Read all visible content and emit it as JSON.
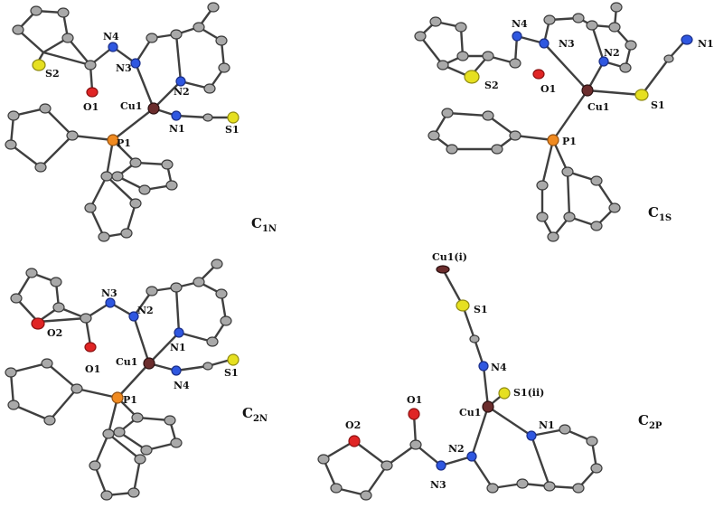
{
  "colors": {
    "carbon": "#a9a9a9",
    "nitrogen": "#2f57e0",
    "oxygen": "#e02525",
    "sulfur": "#e6e020",
    "phosphorus": "#f08a20",
    "copper": "#6b2d2d",
    "bond": "#3f3f3f"
  },
  "panels": [
    {
      "id": "c1n",
      "caption": {
        "main": "C",
        "sub": "1N"
      },
      "labels": {
        "N4": "N4",
        "N3": "N3",
        "S2": "S2",
        "O1": "O1",
        "N2": "N2",
        "Cu1": "Cu1",
        "N1": "N1",
        "S1": "S1",
        "P1": "P1"
      }
    },
    {
      "id": "c1s",
      "caption": {
        "main": "C",
        "sub": "1S"
      },
      "labels": {
        "N4": "N4",
        "N3": "N3",
        "N2": "N2",
        "N1": "N1",
        "S2": "S2",
        "O1": "O1",
        "Cu1": "Cu1",
        "S1": "S1",
        "P1": "P1"
      }
    },
    {
      "id": "c2n",
      "caption": {
        "main": "C",
        "sub": "2N"
      },
      "labels": {
        "N3": "N3",
        "N2": "N2",
        "O2": "O2",
        "N1": "N1",
        "O1": "O1",
        "Cu1": "Cu1",
        "S1": "S1",
        "N4": "N4",
        "P1": "P1"
      }
    },
    {
      "id": "c2p",
      "caption": {
        "main": "C",
        "sub": "2P"
      },
      "labels": {
        "Cu1i": "Cu1(i)",
        "S1": "S1",
        "N4": "N4",
        "S1ii": "S1(ii)",
        "O1": "O1",
        "Cu1": "Cu1",
        "N1": "N1",
        "O2": "O2",
        "N2": "N2",
        "N3": "N3"
      }
    }
  ]
}
